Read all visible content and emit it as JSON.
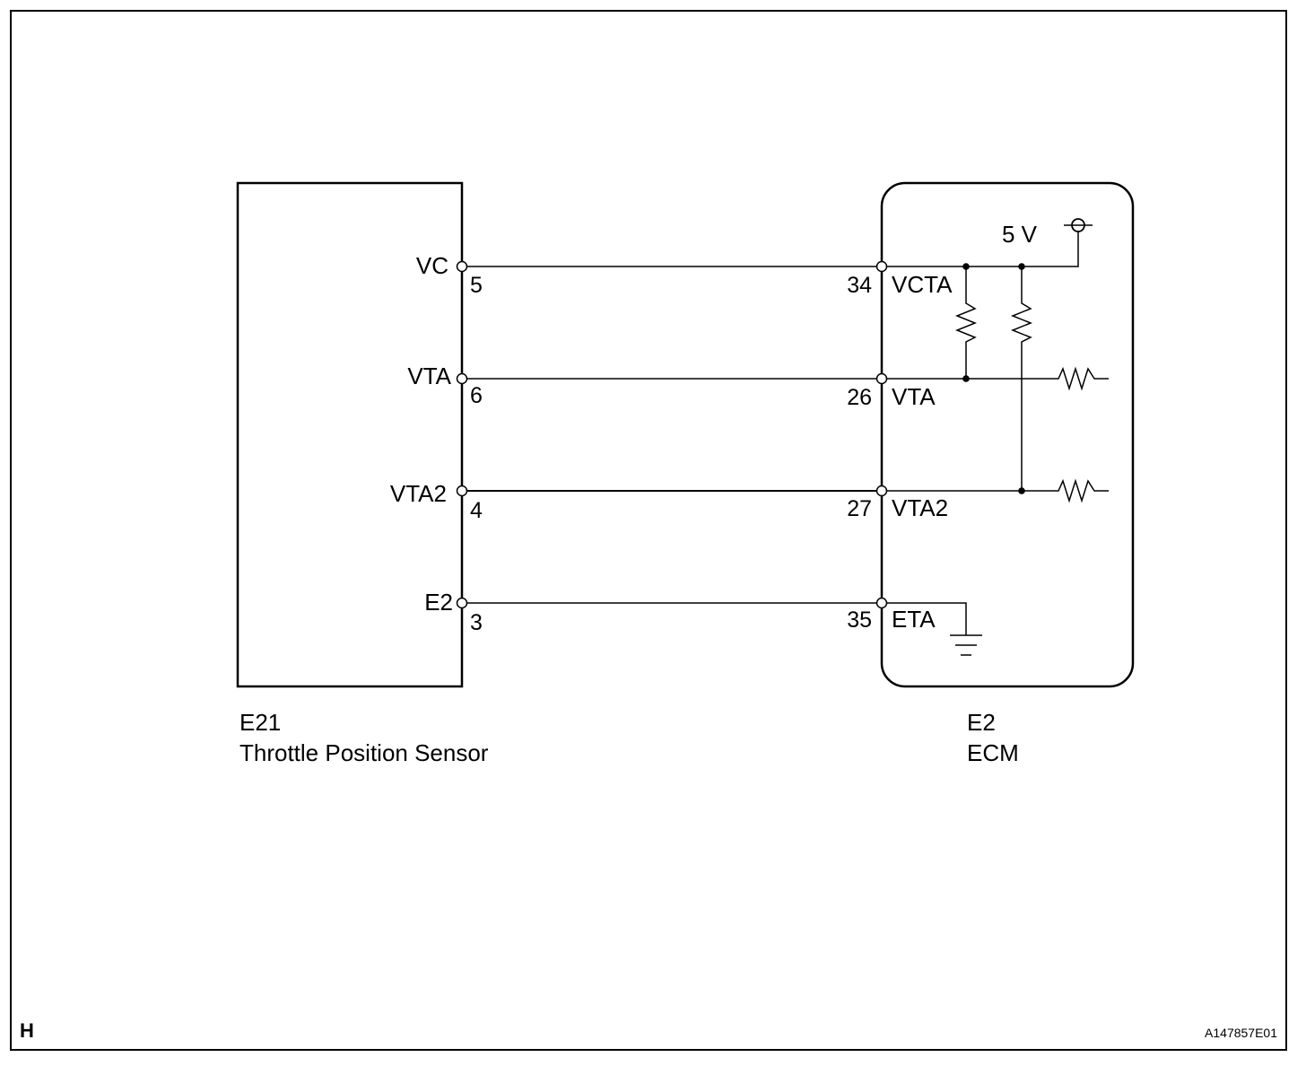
{
  "sensor": {
    "id": "E21",
    "name": "Throttle Position Sensor",
    "pins": [
      {
        "label": "VC",
        "number": "5"
      },
      {
        "label": "VTA",
        "number": "6"
      },
      {
        "label": "VTA2",
        "number": "4"
      },
      {
        "label": "E2",
        "number": "3"
      }
    ]
  },
  "ecm": {
    "id": "E2",
    "name": "ECM",
    "supply": "5 V",
    "pins": [
      {
        "label": "VCTA",
        "number": "34"
      },
      {
        "label": "VTA",
        "number": "26"
      },
      {
        "label": "VTA2",
        "number": "27"
      },
      {
        "label": "ETA",
        "number": "35"
      }
    ]
  },
  "footer": {
    "corner_mark": "H",
    "figure_code": "A147857E01"
  }
}
